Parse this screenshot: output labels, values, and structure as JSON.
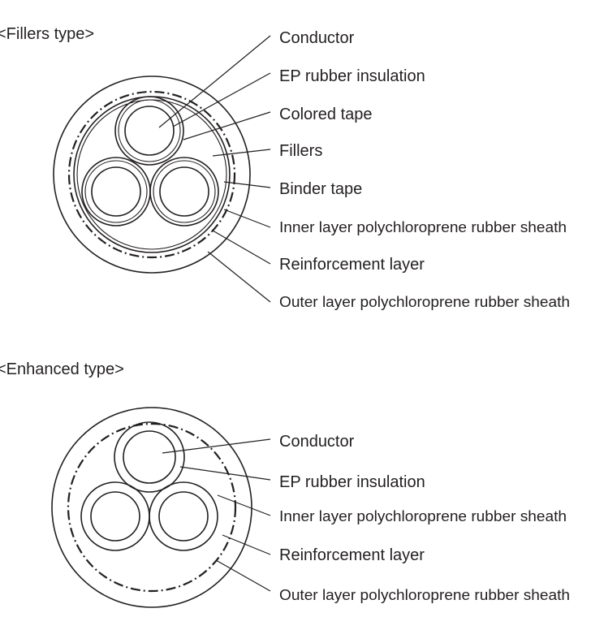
{
  "sections": [
    {
      "title": "<Fillers type>",
      "labels": [
        "Conductor",
        "EP rubber insulation",
        "Colored tape",
        "Fillers",
        "Binder tape",
        "Inner layer polychloroprene rubber sheath",
        "Reinforcement layer",
        "Outer layer polychloroprene rubber sheath"
      ]
    },
    {
      "title": "<Enhanced type>",
      "labels": [
        "Conductor",
        "EP rubber insulation",
        "Inner layer polychloroprene rubber sheath",
        "Reinforcement layer",
        "Outer layer polychloroprene rubber sheath"
      ]
    }
  ]
}
